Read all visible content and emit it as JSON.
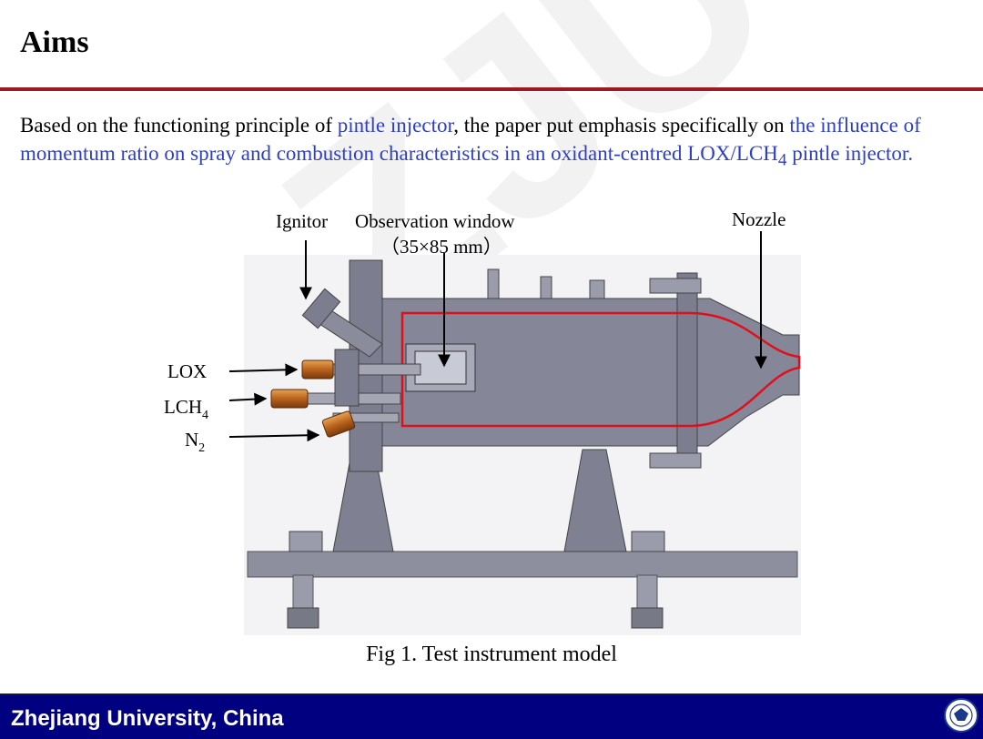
{
  "header": {
    "title": "Aims"
  },
  "intro": {
    "part1": "Based on the functioning principle of ",
    "highlight1": "pintle injector",
    "part2": ", the paper put emphasis specifically on ",
    "highlight2_a": "the influence of momentum ratio on spray and combustion characteristics in an oxidant-centred LOX/LCH",
    "highlight2_sub": "4",
    "highlight2_b": " pintle injector."
  },
  "figure": {
    "labels": {
      "ignitor": "Ignitor",
      "window": "Observation window",
      "window_size": "（35×85 mm）",
      "nozzle": "Nozzle",
      "lox": "LOX",
      "lch4_main": "LCH",
      "lch4_sub": "4",
      "n2_main": "N",
      "n2_sub": "2"
    },
    "caption": "Fig 1. Test instrument model"
  },
  "watermark": "ZJU-S",
  "footer": {
    "text": "Zhejiang University, China",
    "logo_icon": "university-seal-icon"
  },
  "colors": {
    "accent_rule": "#9b1b22",
    "highlight_text": "#2f3fc4",
    "footer_bg": "#000080",
    "chamber_outline": "#e0101a"
  }
}
